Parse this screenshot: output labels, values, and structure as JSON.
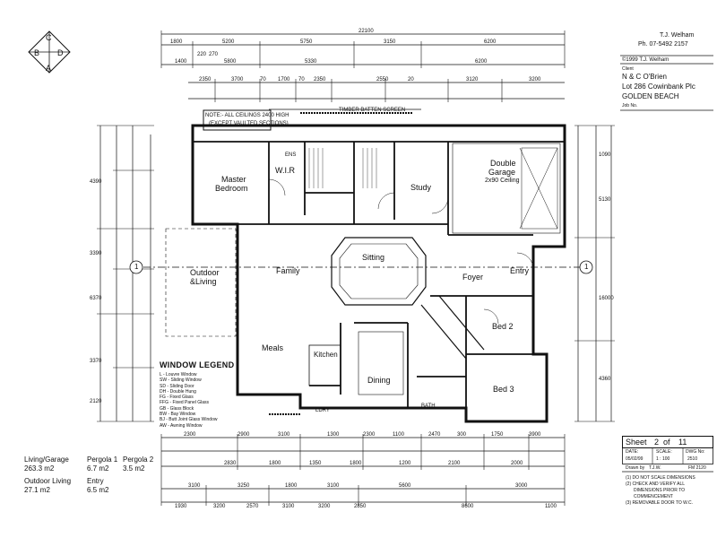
{
  "compass": {
    "top": "C",
    "left": "B",
    "right": "D",
    "bottom": "A"
  },
  "designer": {
    "name": "T.J. Welham",
    "phone": "Ph. 07-5492 2157"
  },
  "copyright": "©1999 T.J. Welham",
  "client": {
    "label": "Client",
    "name": "N & C O'Brien",
    "lot": "Lot 286 Cowinbank Plc",
    "suburb": "GOLDEN BEACH",
    "job_label": "Job No."
  },
  "ceiling_note": [
    "NOTE:- ALL CEILINGS 2400 HIGH",
    "(EXCEPT VAULTED SECTIONS)"
  ],
  "rooms": {
    "master": [
      "Master",
      "Bedroom"
    ],
    "wir": "W.I.R",
    "study": "Study",
    "garage": [
      "Double",
      "Garage",
      "2x90 Ceiling"
    ],
    "sitting": "Sitting",
    "family": "Family",
    "outdoor": [
      "Outdoor",
      "&Living"
    ],
    "foyer": "Foyer",
    "entry": "Entry",
    "meals": "Meals",
    "kitchen": "Kitchen",
    "dining": "Dining",
    "bed2": "Bed 2",
    "bed3": "Bed 3",
    "bath": "BATH",
    "ens": "ENS",
    "ldry": "LDRY"
  },
  "window_legend": {
    "title": "WINDOW LEGEND",
    "items": [
      "L - Louvre Window",
      "SW - Sliding Window",
      "SD - Sliding Door",
      "DH - Double Hung",
      "FG - Fixed Glass",
      "FFG - Fixed Panel Glass",
      "GB - Glass Block",
      "BW - Bay Window",
      "BJ - Butt Joint Glass Window",
      "AW - Awning Window"
    ]
  },
  "areas": {
    "row1_labels": [
      "Living/Garage",
      "Pergola 1",
      "Pergola 2"
    ],
    "row1_values": [
      "263.3 m2",
      "6.7 m2",
      "3.5 m2"
    ],
    "row2_labels": [
      "Outdoor Living",
      "Entry"
    ],
    "row2_values": [
      "27.1 m2",
      "6.5 m2"
    ]
  },
  "sheet": {
    "label": "Sheet",
    "number": "2",
    "of": "of",
    "total": "11"
  },
  "drawing_info": {
    "date_label": "DATE:",
    "date": "05/02/99",
    "scale_label": "SCALE:",
    "scale": "1 : 100",
    "dwg_label": "DWG No:",
    "dwg": "2510",
    "drawn_label": "Drawn by",
    "drawn": "T.J.W.",
    "job_label": "FM 2120"
  },
  "notes": [
    "(1) DO NOT SCALE DIMENSIONS",
    "(2) CHECK AND VERIFY ALL",
    "DIMENSIONS PRIOR TO",
    "COMMENCEMENT",
    "(3) REMOVABLE DOOR TO W.C."
  ],
  "dimensions": {
    "overall": "22100",
    "top_row1": [
      "1800",
      "5200",
      "5750",
      "3150",
      "6200"
    ],
    "top_row2": [
      "1400",
      "220",
      "270",
      "5800",
      "5330",
      "6200"
    ],
    "top_row3": [
      "2350",
      "3700",
      "70",
      "1700",
      "70",
      "2350",
      "2550",
      "20",
      "3120",
      "3200"
    ],
    "bottom_row1": [
      "2300",
      "2900",
      "3100",
      "1300",
      "2300",
      "1100",
      "2470",
      "300",
      "1750",
      "3900"
    ],
    "bottom_row2": [
      "2830",
      "1800",
      "1350",
      "1800",
      "1200",
      "2100",
      "2000"
    ],
    "bottom_row3": [
      "3100",
      "3250",
      "1800",
      "3100",
      "5600",
      "3000"
    ],
    "bottom_overall": [
      "1930",
      "3200",
      "2570",
      "3100",
      "3200",
      "2850",
      "8600",
      "1100"
    ],
    "left_col": [
      "4390",
      "3390",
      "6370",
      "3370",
      "2120"
    ],
    "right_col": [
      "1090",
      "5130",
      "16000",
      "4360"
    ],
    "grid_marker": "1",
    "timber_label": "TIMBER BATTEN SCREEN"
  }
}
